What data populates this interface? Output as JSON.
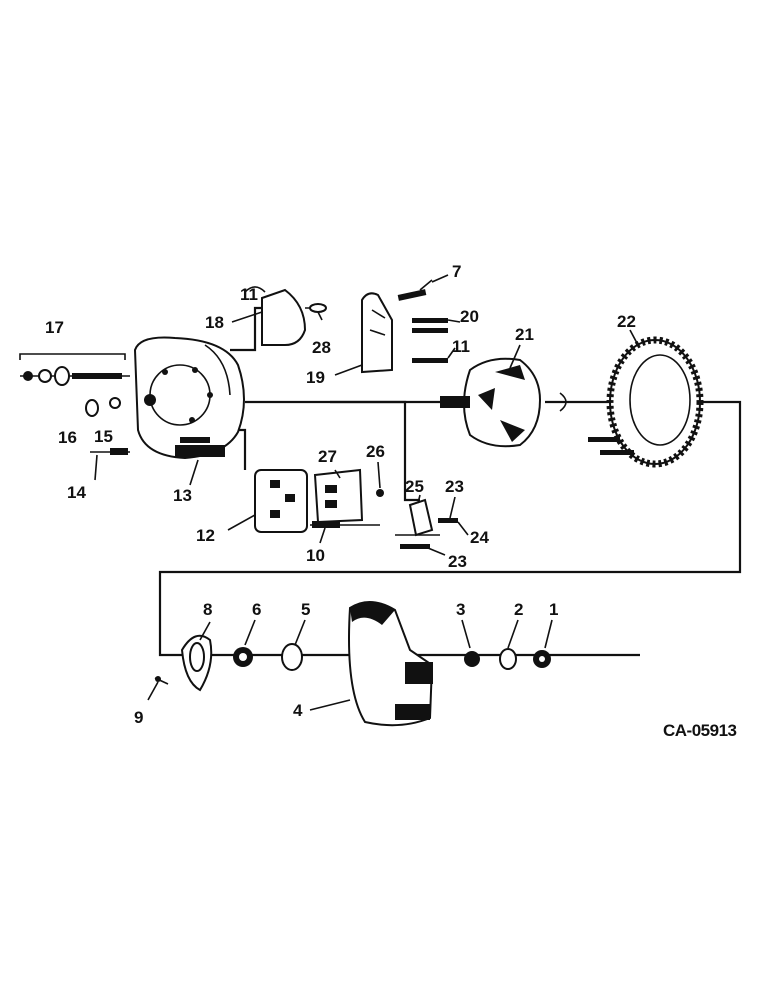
{
  "diagram": {
    "drawing_code": "CA-05913",
    "callouts": {
      "c1": "1",
      "c2": "2",
      "c3": "3",
      "c4": "4",
      "c5": "5",
      "c6": "6",
      "c7": "7",
      "c8": "8",
      "c9": "9",
      "c10": "10",
      "c11a": "11",
      "c11b": "11",
      "c12": "12",
      "c13": "13",
      "c14": "14",
      "c15": "15",
      "c16": "16",
      "c17": "17",
      "c18": "18",
      "c19": "19",
      "c20": "20",
      "c21": "21",
      "c22": "22",
      "c23a": "23",
      "c23b": "23",
      "c24": "24",
      "c25": "25",
      "c26": "26",
      "c27": "27",
      "c28": "28"
    }
  }
}
